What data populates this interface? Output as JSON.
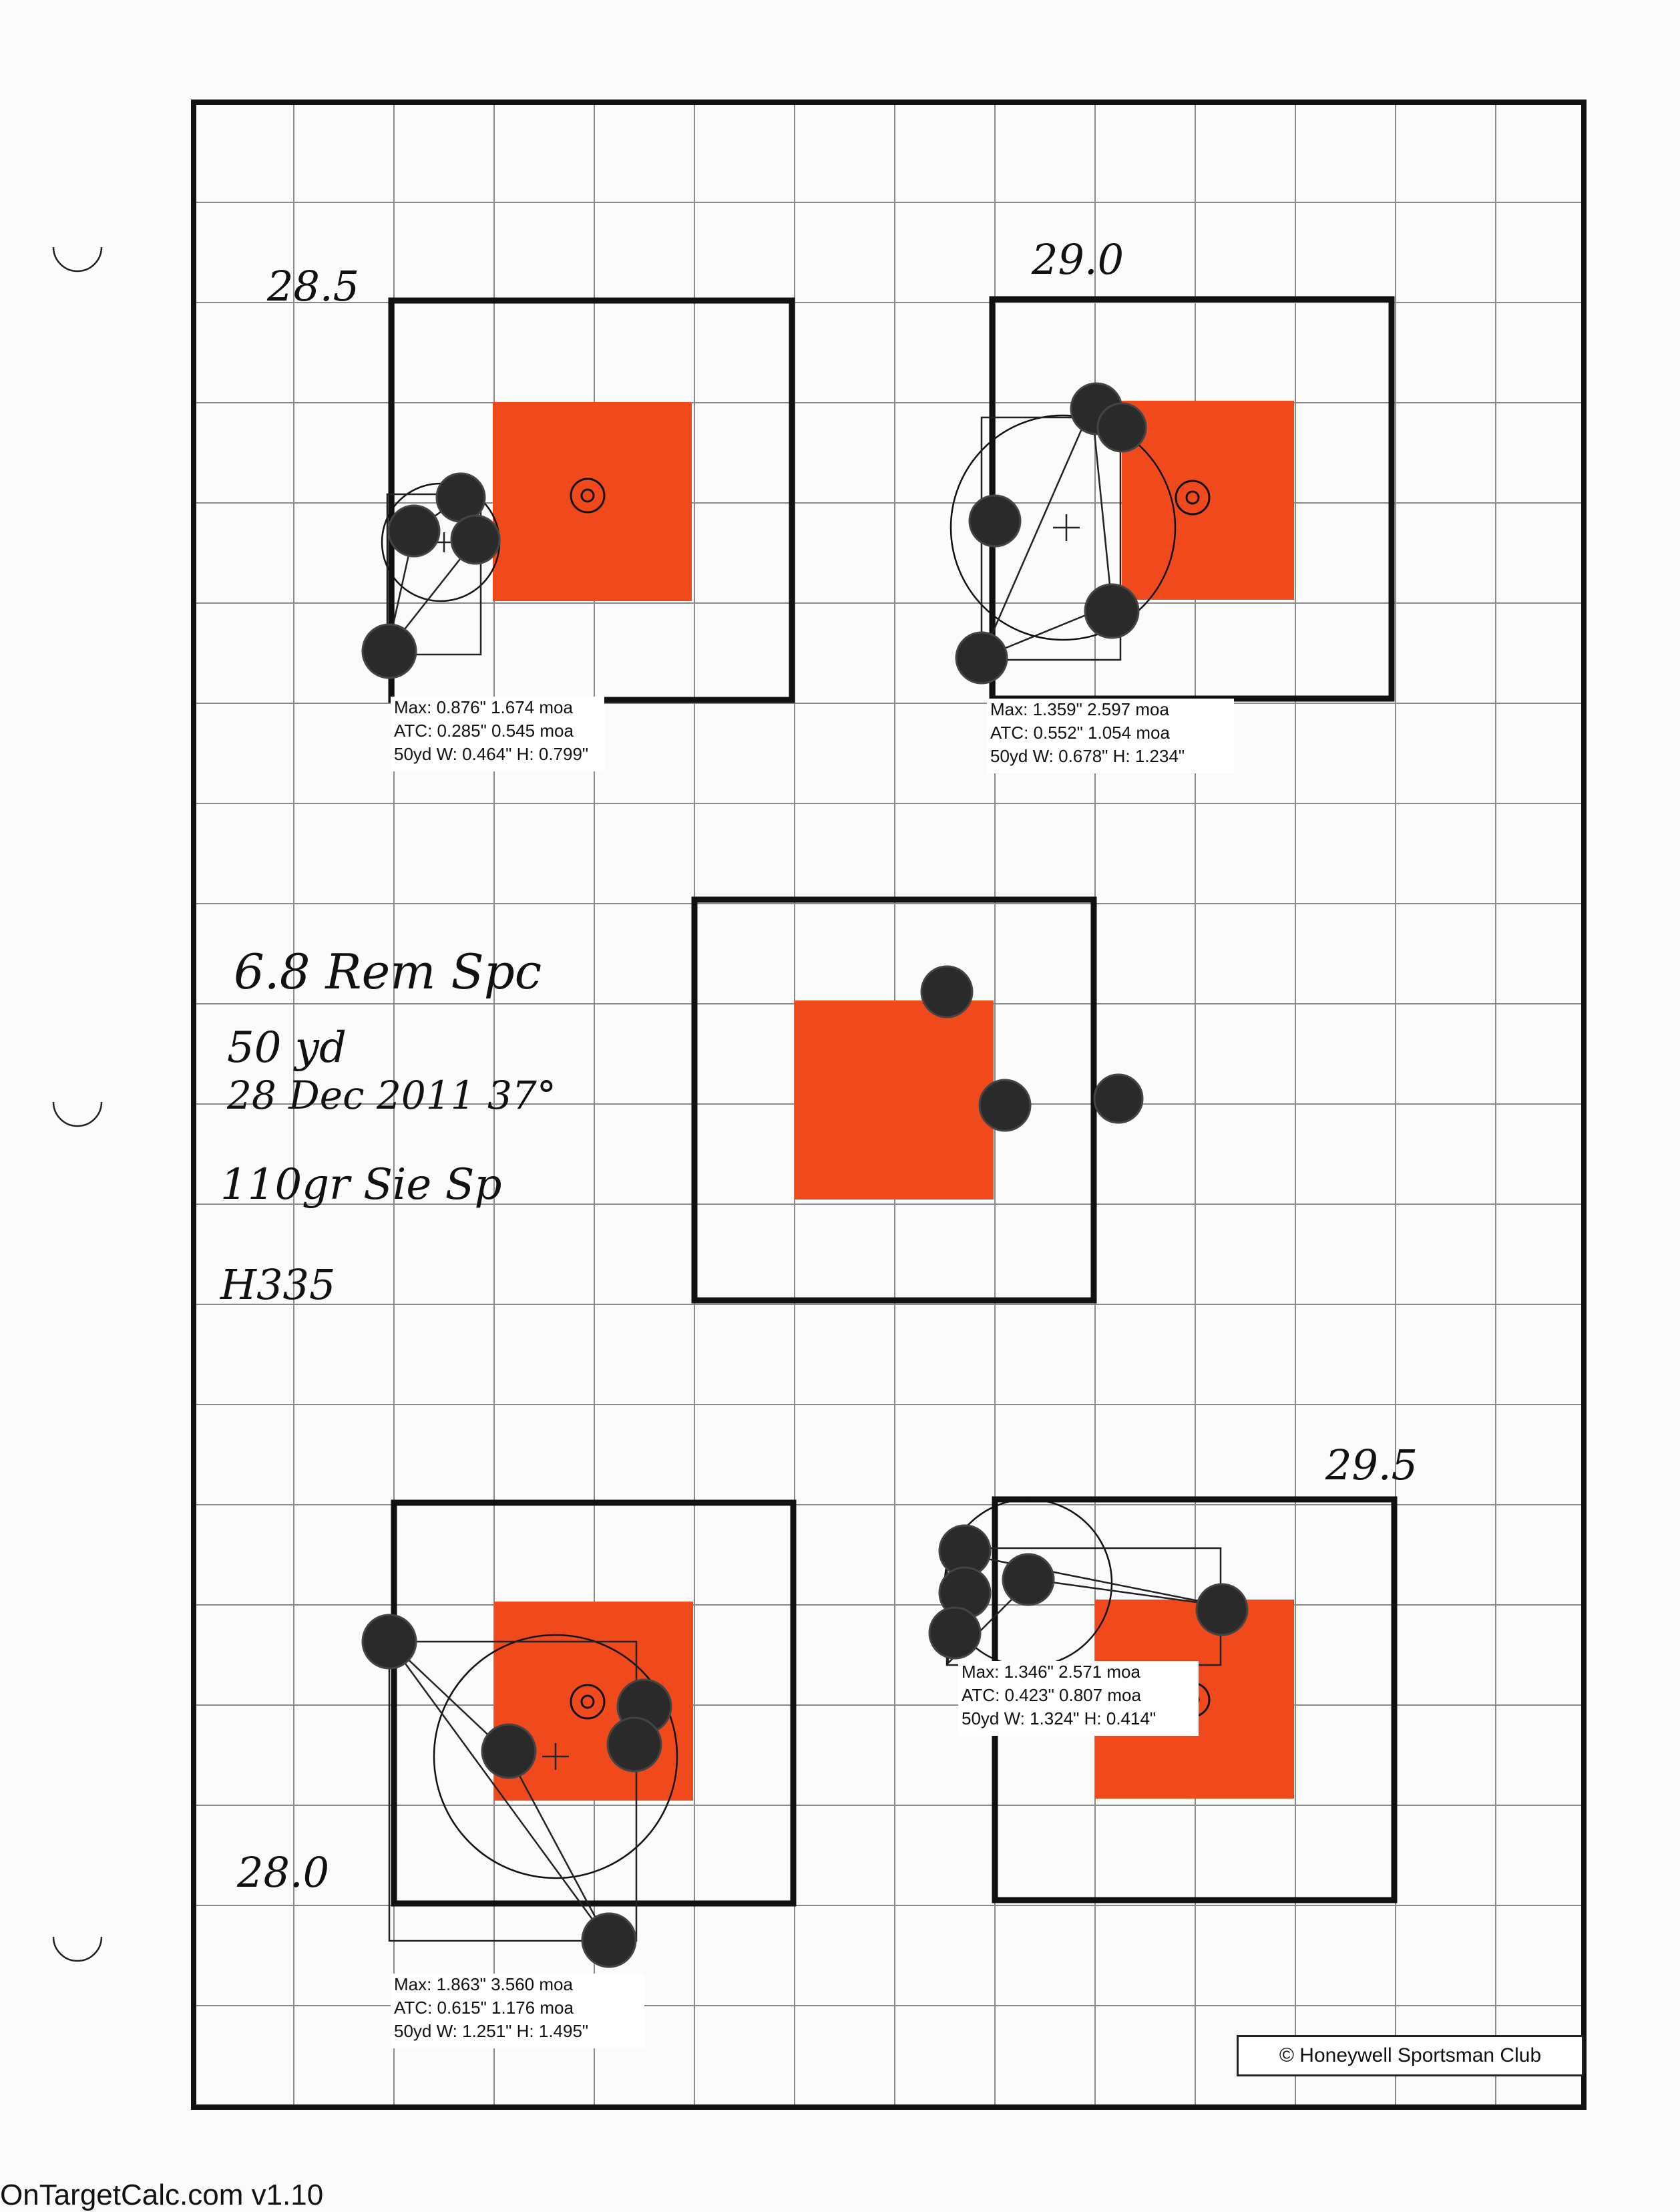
{
  "groups": [
    {
      "id": "a",
      "label": "28.5",
      "max": "Max: 0.876\" 1.674 moa",
      "atc": "ATC: 0.285\" 0.545 moa",
      "size": "50yd  W: 0.464\" H: 0.799\""
    },
    {
      "id": "b",
      "label": "29.0",
      "max": "Max: 1.359\" 2.597 moa",
      "atc": "ATC: 0.552\" 1.054 moa",
      "size": "50yd  W: 0.678\" H: 1.234\""
    },
    {
      "id": "c",
      "label": "28.0",
      "max": "Max: 1.863\" 3.560 moa",
      "atc": "ATC: 0.615\" 1.176 moa",
      "size": "50yd  W: 1.251\" H: 1.495\""
    },
    {
      "id": "d",
      "label": "29.5",
      "max": "Max: 1.346\" 2.571 moa",
      "atc": "ATC: 0.423\" 0.807 moa",
      "size": "50yd  W: 1.324\" H: 0.414\""
    }
  ],
  "notes": {
    "line1": "6.8 Rem Spc",
    "line2": "50 yd",
    "line3": "28 Dec 2011  37°",
    "line4": "110gr Sie Sp",
    "line5": "H335"
  },
  "credit": "© Honeywell Sportsman Club",
  "footer": "OnTargetCalc.com  v1.10",
  "colors": {
    "target_orange": "#f04a1c",
    "ink": "#111111"
  }
}
